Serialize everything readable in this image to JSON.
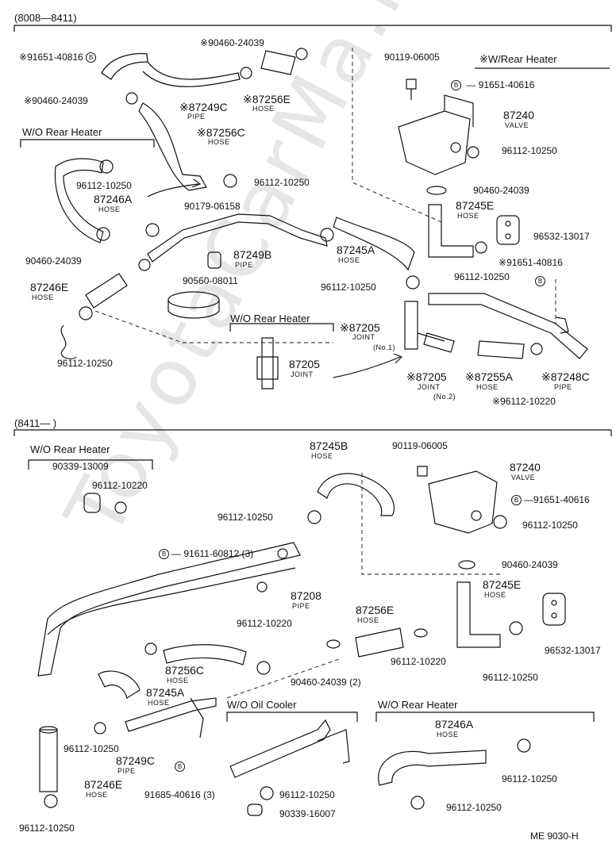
{
  "sections": {
    "top_range": "(8008—8411)",
    "bottom_range": "(8411— )",
    "footer_code": "ME  9030-H"
  },
  "headers": {
    "wo_rear_heater_1": "W/O Rear Heater",
    "w_rear_heater": "※W/Rear Heater",
    "wo_rear_heater_2": "W/O Rear Heater",
    "wo_rear_heater_3": "W/O Rear Heater",
    "wo_oil_cooler": "W/O Oil Cooler",
    "wo_rear_heater_4": "W/O Rear Heater"
  },
  "words": {
    "hose": "HOSE",
    "pipe": "PIPE",
    "joint": "JOINT",
    "valve": "VALVE",
    "no1": "(No.1)",
    "no2": "(No.2)",
    "b": "B"
  },
  "top_labels": {
    "p91651_40816_a": "91651-40816",
    "p90460_24039_a": "90460-24039",
    "p90460_24039_b": "90460-24039",
    "p87249c": "87249C",
    "p87256e": "87256E",
    "p87256c": "87256C",
    "p96112_10250_a": "96112-10250",
    "p96112_10250_b": "96112-10250",
    "p87246a": "87246A",
    "p90179_06158": "90179-06158",
    "p87249b": "87249B",
    "p90460_24039_c": "90460-24039",
    "p87246e": "87246E",
    "p90560_08011": "90560-08011",
    "p96112_10250_c": "96112-10250",
    "p87245a": "87245A",
    "p96112_10250_d": "96112-10250",
    "p87205_a": "87205",
    "p87205_b": "87205",
    "p87205_c": "87205",
    "p87255a": "87255A",
    "p87248c": "87248C",
    "p96112_10220": "96112-10220",
    "p90119_06005": "90119-06005",
    "p91651_40616": "91651-40616",
    "p87240": "87240",
    "p96112_10250_e": "96112-10250",
    "p90460_24039_d": "90460-24039",
    "p87245e": "87245E",
    "p96532_13017": "96532-13017",
    "p91651_40816_b": "91651-40816",
    "p96112_10250_f": "96112-10250"
  },
  "bottom_labels": {
    "p90339_13009": "90339-13009",
    "p96112_10220_a": "96112-10220",
    "p87245b": "87245B",
    "p90119_06005": "90119-06005",
    "p87240": "87240",
    "p91651_40616": "91651-40616",
    "p96112_10250_a": "96112-10250",
    "p96112_10250_b": "96112-10250",
    "p91611_60812": "91611-60812 (3)",
    "p87208": "87208",
    "p90460_24039": "90460-24039",
    "p87245e": "87245E",
    "p87256e": "87256E",
    "p96112_10220_b": "96112-10220",
    "p96112_10220_c": "96112-10220",
    "p87256c": "87256C",
    "p90460_24039_2": "90460-24039 (2)",
    "p96532_13017": "96532-13017",
    "p96112_10250_c": "96112-10250",
    "p87245a": "87245A",
    "p96112_10250_d": "96112-10250",
    "p87249c": "87249C",
    "p87246e": "87246E",
    "p91685_40616": "91685-40616 (3)",
    "p96112_10250_e": "96112-10250",
    "p87246a": "87246A",
    "p96112_10250_f": "96112-10250",
    "p96112_10250_g": "96112-10250",
    "p96112_10250_h": "96112-10250",
    "p90339_16007": "90339-16007"
  },
  "watermark": "ToyotaCarMa.ru"
}
